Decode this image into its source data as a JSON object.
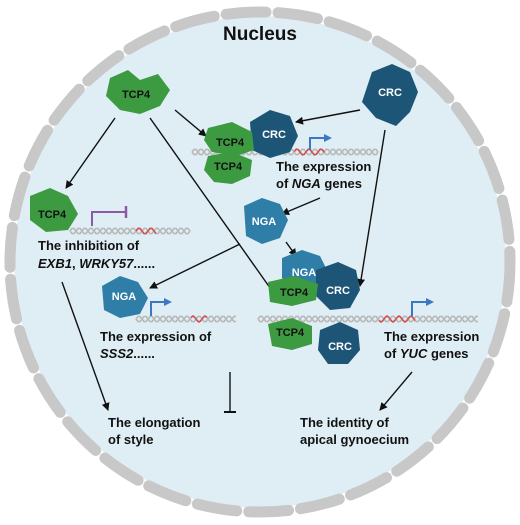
{
  "title": "Nucleus",
  "proteins": {
    "tcp4": "TCP4",
    "crc": "CRC",
    "nga": "NGA"
  },
  "labels": {
    "nga_expression_1": "The expression",
    "nga_expression_2a": "of ",
    "nga_expression_2b": "NGA",
    "nga_expression_2c": " genes",
    "inhibition_1": "The inhibition of",
    "inhibition_2": "EXB1",
    "inhibition_3": ", ",
    "inhibition_4": "WRKY57",
    "inhibition_5": "......",
    "sss2_expression_1": "The expression of",
    "sss2_expression_2": "SSS2",
    "sss2_expression_3": "......",
    "yuc_expression_1": "The expression",
    "yuc_expression_2a": "of ",
    "yuc_expression_2b": "YUC",
    "yuc_expression_2c": " genes",
    "style_elongation_1": "The elongation",
    "style_elongation_2": "of style",
    "gynoecium_identity_1": "The identity of",
    "gynoecium_identity_2": "apical gynoecium"
  },
  "colors": {
    "tcp4": "#3c9a41",
    "crc": "#1d5577",
    "nga": "#2f7ea8",
    "nucleus_fill": "#dfeef4",
    "nucleus_border": "#c8c8c8",
    "dna": "#b8b8b8",
    "dna_red": "#d45050",
    "activation": "#3b78c4",
    "inhibition": "#8e5aa6",
    "arrow": "#111111"
  },
  "icons": [
    "dna-helix",
    "activation-promoter-arrow",
    "inhibition-promoter-bar"
  ]
}
